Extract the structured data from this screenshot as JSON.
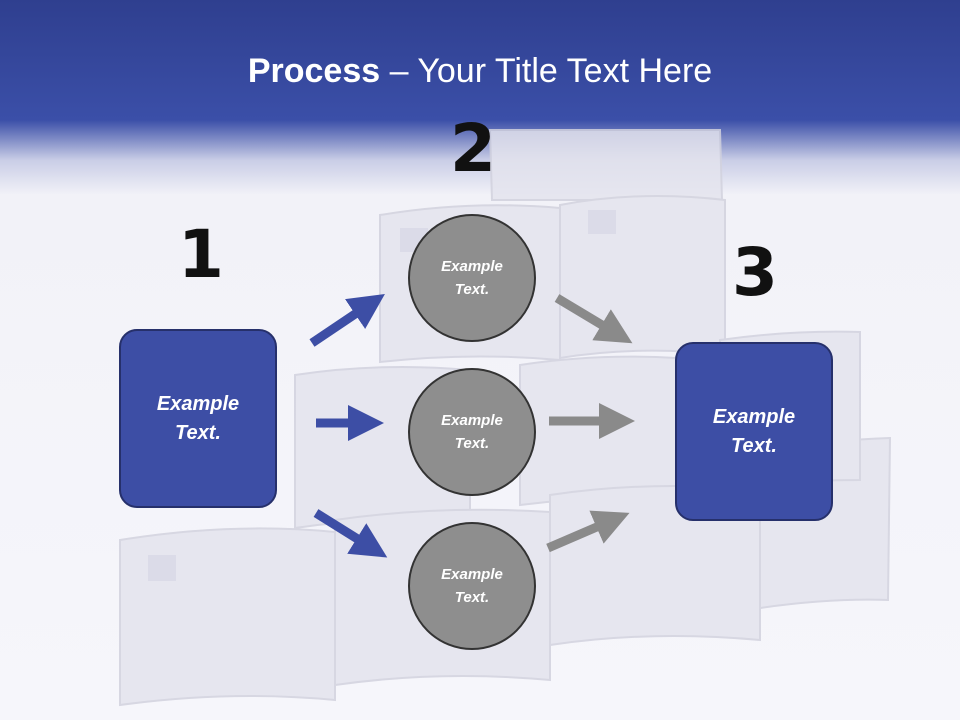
{
  "slide": {
    "title_bold": "Process",
    "title_rest": " – Your Title Text Here",
    "steps": [
      {
        "number": "1",
        "label": "Example\nText."
      },
      {
        "number": "2",
        "label": "Example\nText."
      },
      {
        "number": "3",
        "label": "Example\nText."
      }
    ],
    "circles": [
      {
        "label": "Example\nText."
      },
      {
        "label": "Example\nText."
      },
      {
        "label": "Example\nText."
      }
    ]
  },
  "colors": {
    "header": "#3b4fa8",
    "box_fill": "#3d4ea5",
    "circle_fill": "#8e8e8e",
    "arrow_blue": "#3d4ea5",
    "arrow_gray": "#8a8a8a"
  }
}
